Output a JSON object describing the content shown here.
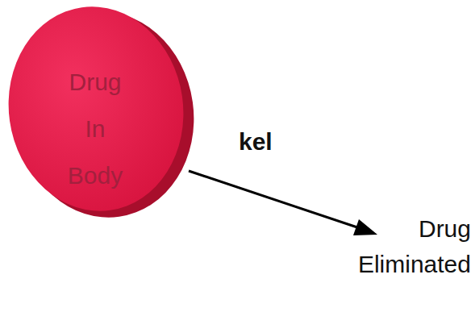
{
  "diagram": {
    "nodes": [
      {
        "text": [
          "Drug In Body"
        ]
      }
    ],
    "labels": [
      "kel",
      "Drug Eliminated"
    ]
  }
}
